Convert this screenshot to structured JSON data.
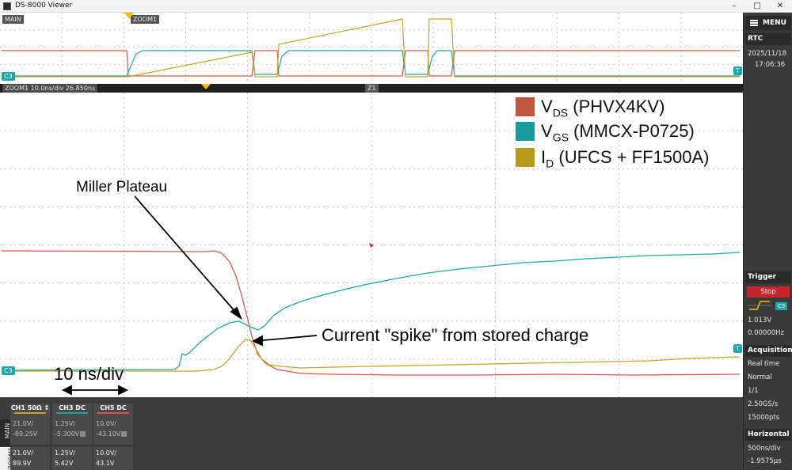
{
  "window": {
    "title": "DS-8000 Viewer"
  },
  "colors": {
    "vds": "#d9574b",
    "vgs": "#1fa5a8",
    "id": "#c9a227",
    "accent_red": "#c8242c"
  },
  "main_view": {
    "label": "MAIN",
    "zoom_marker": "ZOOM1",
    "trigger_marker": "T",
    "ch_marker": "C3"
  },
  "zoom_view": {
    "header": "ZOOM1  10.0ns/div  26.850ns",
    "marker_z": "Z1",
    "trigger_marker": "T",
    "ch_marker": "C3"
  },
  "legend": [
    {
      "symbol": "V",
      "sub": "DS",
      "desc": " (PHVX4KV)",
      "color_key": "vds"
    },
    {
      "symbol": "V",
      "sub": "GS",
      "desc": " (MMCX-P0725)",
      "color_key": "vgs"
    },
    {
      "symbol": "I",
      "sub": "D",
      "desc": " (UFCS + FF1500A)",
      "color_key": "id"
    }
  ],
  "annotations": {
    "miller": "Miller Plateau",
    "spike": "Current \"spike\" from stored charge",
    "timescale": "10 ns/div"
  },
  "right_panel": {
    "menu_label": "MENU",
    "rtc_title": "RTC",
    "rtc_date": "2025/11/18",
    "rtc_time": "17:06:36",
    "trigger_title": "Trigger",
    "trigger_state": "Stop",
    "trigger_channel": "C3",
    "trigger_level": "1.013V",
    "trigger_freq": "0.00000Hz",
    "acq_title": "Acquisition",
    "acq_items": [
      "Real time",
      "Normal",
      "1/1",
      "2.50GS/s",
      "15000pts"
    ],
    "horiz_title": "Horizontal",
    "horiz_items": [
      "500ns/div",
      "-1.9575µs"
    ]
  },
  "bottom_bar": {
    "tab_main": "MAIN",
    "tab_zoom": "ZOOM1",
    "channels": [
      {
        "title": "CH1 50Ω",
        "color_key": "id",
        "main_scale": "21.0V/",
        "main_offset": "-89.25V",
        "zoom_scale": "21.0V/",
        "zoom_offset": "89.9V"
      },
      {
        "title": "CH3 DC",
        "color_key": "vgs",
        "main_scale": "1.25V/",
        "main_offset": "-5.300V",
        "zoom_scale": "1.25V/",
        "zoom_offset": "5.42V"
      },
      {
        "title": "CH5 DC",
        "color_key": "vds",
        "main_scale": "10.0V/",
        "main_offset": "-43.10V",
        "zoom_scale": "10.0V/",
        "zoom_offset": "43.1V"
      }
    ]
  }
}
